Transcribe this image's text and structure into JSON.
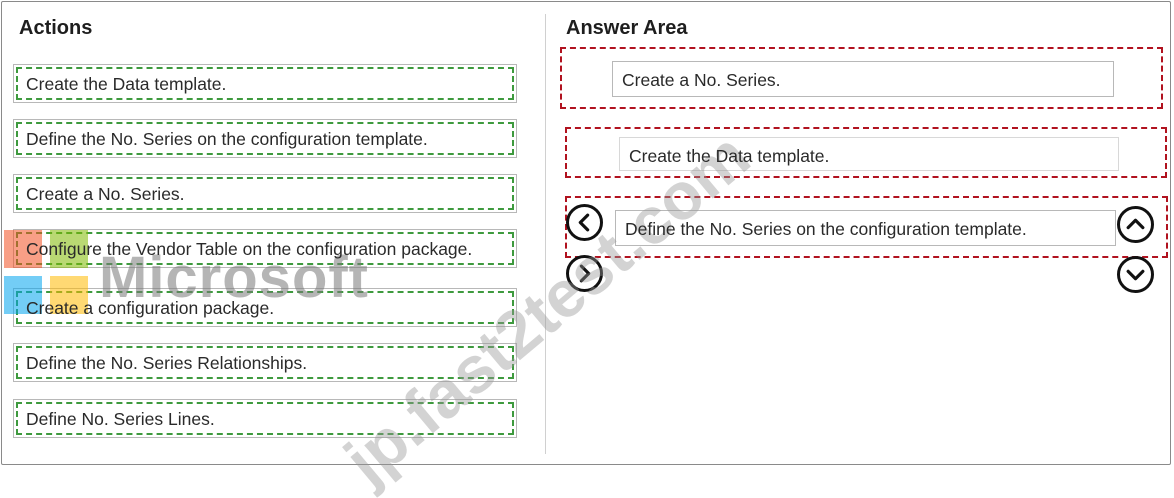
{
  "actions": {
    "heading": "Actions",
    "items": [
      {
        "label": "Create the Data template."
      },
      {
        "label": "Define the No. Series on the configuration template."
      },
      {
        "label": "Create a No. Series."
      },
      {
        "label": "Configure the Vendor Table on the configuration package."
      },
      {
        "label": "Create a configuration package."
      },
      {
        "label": "Define the No. Series Relationships."
      },
      {
        "label": "Define No. Series Lines."
      }
    ]
  },
  "answer_area": {
    "heading": "Answer Area",
    "items": [
      {
        "label": "Create a No. Series."
      },
      {
        "label": "Create the Data template."
      },
      {
        "label": "Define the No. Series on the configuration template."
      }
    ],
    "controls": {
      "move_left_icon": "chevron-left-icon",
      "move_right_icon": "chevron-right-icon",
      "move_up_icon": "chevron-up-icon",
      "move_down_icon": "chevron-down-icon"
    }
  },
  "overlays": {
    "logo_text": "Microsoft",
    "logo_colors": [
      "#f25022",
      "#7fba00",
      "#00a4ef",
      "#ffb900"
    ],
    "watermark_text": "jp.fast2test.com"
  },
  "colors": {
    "action_border_dash": "#3e9a3e",
    "answer_slot_dash": "#b1121f"
  }
}
